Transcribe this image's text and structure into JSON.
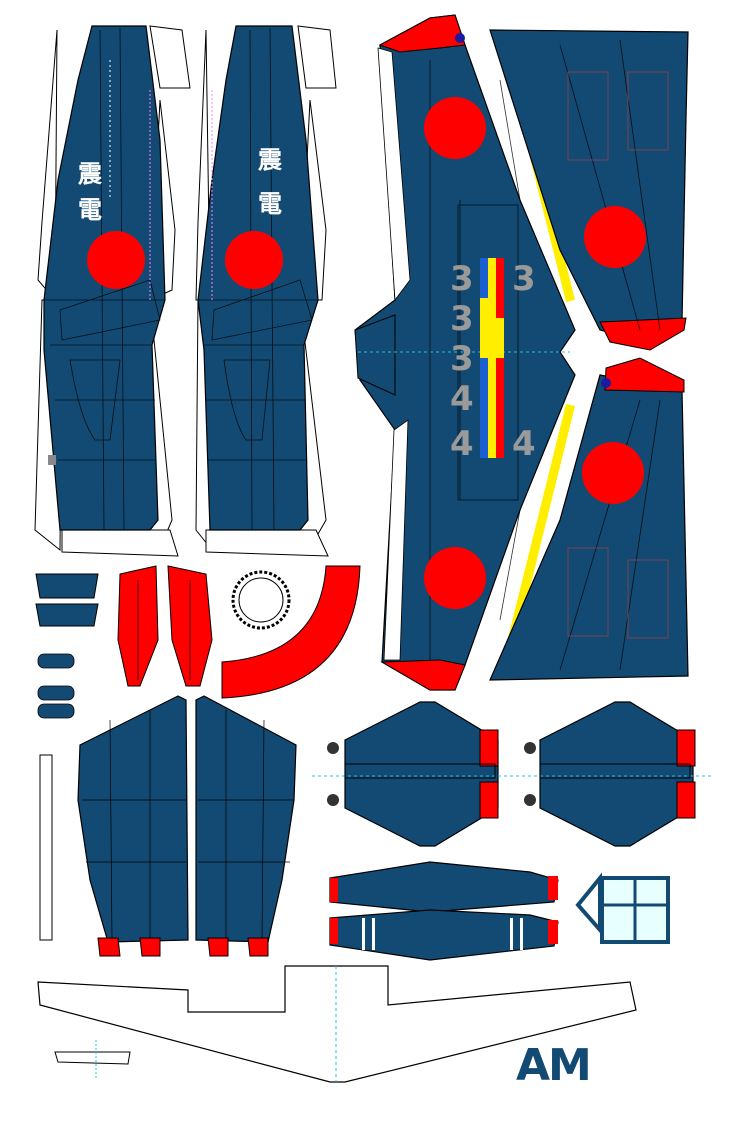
{
  "sheet": {
    "colors": {
      "navy": "#134a73",
      "hinomaru_red": "#ff0000",
      "outline": "#000000",
      "yellow_band": "#ffee00",
      "tail_grey": "#9a9a9a",
      "tail_blue": "#1a5fd0",
      "canopy_glass": "#e8ffff",
      "paper": "#ffffff",
      "marker_pink": "#ff7fff",
      "guide_cyan": "#20c0e0"
    },
    "fuselage_left": {
      "kanji": [
        "震",
        "電"
      ]
    },
    "fuselage_right": {
      "kanji": [
        "震",
        "電"
      ]
    },
    "tail_marking": {
      "characters": [
        "3",
        "3",
        "3",
        "4",
        "4"
      ],
      "stripe_colors": [
        "#1a5fd0",
        "#ffee00",
        "#ff0000"
      ]
    },
    "logo": {
      "text": "AM"
    },
    "icons": [
      "hinomaru-roundel",
      "wheel-icon",
      "cowling-ring-icon"
    ]
  }
}
